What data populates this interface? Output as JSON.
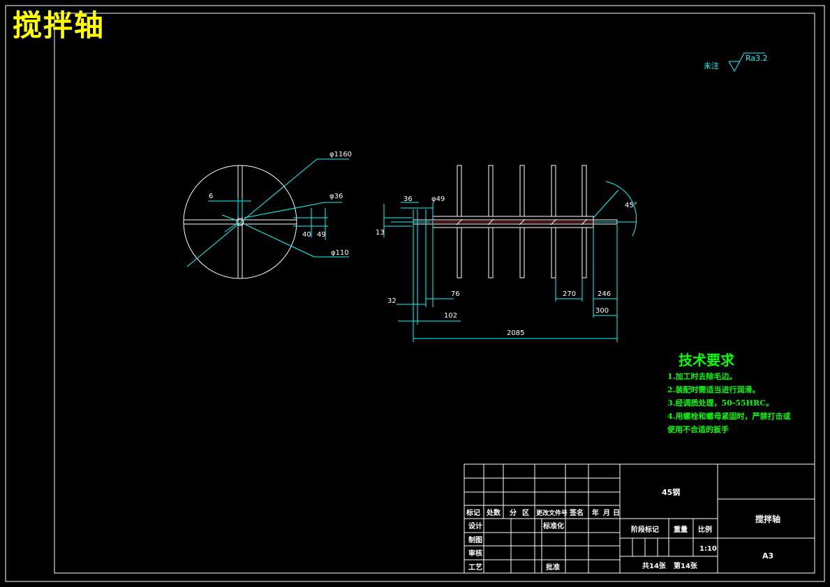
{
  "watermark_title": "搅拌轴",
  "roughness": {
    "label": "未注",
    "value": "Ra3.2"
  },
  "section_view": {
    "dims": {
      "diameter_outer": "φ1160",
      "width_6": "6",
      "diameter_36": "φ36",
      "dim_40": "40",
      "dim_49": "49",
      "diameter_110": "φ110"
    }
  },
  "elevation_view": {
    "dims": {
      "d36": "36",
      "d49": "φ49",
      "d13": "13",
      "d32": "32",
      "d76": "76",
      "d102": "102",
      "d270": "270",
      "d246": "246",
      "d300": "300",
      "d2085": "2085",
      "angle": "45°"
    }
  },
  "tech_requirements": {
    "title": "技术要求",
    "items": [
      "1.加工时去除毛边。",
      "2.装配时需适当进行润滑。",
      "3.经调质处理，50-55HRC。",
      "4.用螺栓和螺母紧固时，严禁打击或",
      "使用不合适的扳手"
    ]
  },
  "title_block": {
    "material": "45钢",
    "part_name": "搅拌轴",
    "paper_size": "A3",
    "row_headers": [
      "标记",
      "处数",
      "分",
      "区",
      "更改文件号",
      "签名",
      "年",
      "月",
      "日"
    ],
    "design": "设计",
    "standardize": "标准化",
    "drafting": "制图",
    "review": "审核",
    "process": "工艺",
    "approve": "批准",
    "stage_mark": "阶段标记",
    "weight": "重量",
    "scale_label": "比例",
    "scale": "1:10",
    "sheets_total": "共14张",
    "sheet_no": "第14张"
  }
}
